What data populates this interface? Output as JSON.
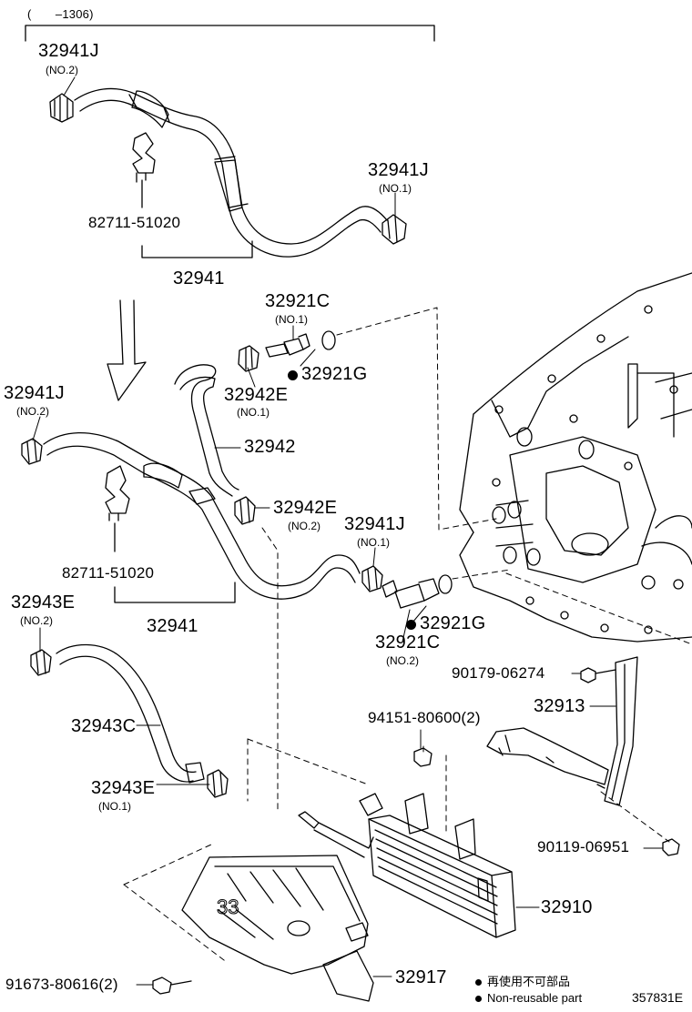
{
  "header": {
    "range": "(　　–1306)"
  },
  "labels": {
    "p32941J_top": "32941J",
    "p32941J_top_sub": "(NO.2)",
    "p32941J_topright": "32941J",
    "p32941J_topright_sub": "(NO.1)",
    "p82711_top": "82711-51020",
    "p32941_top": "32941",
    "p32921C_top": "32921C",
    "p32921C_top_sub": "(NO.1)",
    "p32921G_top": "32921G",
    "p32942E_top": "32942E",
    "p32942E_top_sub": "(NO.1)",
    "p32941J_mid": "32941J",
    "p32941J_mid_sub": "(NO.2)",
    "p32942": "32942",
    "p32942E_mid": "32942E",
    "p32942E_mid_sub": "(NO.2)",
    "p32941J_mid2": "32941J",
    "p32941J_mid2_sub": "(NO.1)",
    "p82711_mid": "82711-51020",
    "p32941_mid": "32941",
    "p32943E_top": "32943E",
    "p32943E_top_sub": "(NO.2)",
    "p32921G_bot": "32921G",
    "p32921C_bot": "32921C",
    "p32921C_bot_sub": "(NO.2)",
    "p90179": "90179-06274",
    "p32913": "32913",
    "p94151": "94151-80600(2)",
    "p32943C": "32943C",
    "p32943E_bot": "32943E",
    "p32943E_bot_sub": "(NO.1)",
    "p90119": "90119-06951",
    "p32910": "32910",
    "p91673": "91673-80616(2)",
    "p32917": "32917"
  },
  "legend": {
    "line1": "再使用不可部品",
    "line2": "Non-reusable part"
  },
  "footer": {
    "code": "357831E"
  }
}
